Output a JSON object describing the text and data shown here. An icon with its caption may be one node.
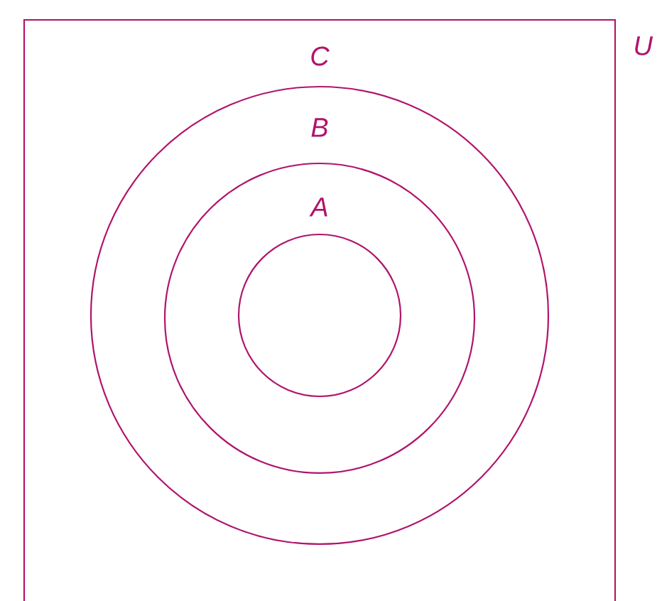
{
  "diagram": {
    "nodes": [
      {
        "text": [
          "U"
        ]
      },
      {
        "text": [
          "C"
        ],
        "in": 0
      },
      {
        "text": [
          "B"
        ],
        "in": 1
      },
      {
        "text": [
          "A"
        ],
        "in": 2
      }
    ]
  }
}
